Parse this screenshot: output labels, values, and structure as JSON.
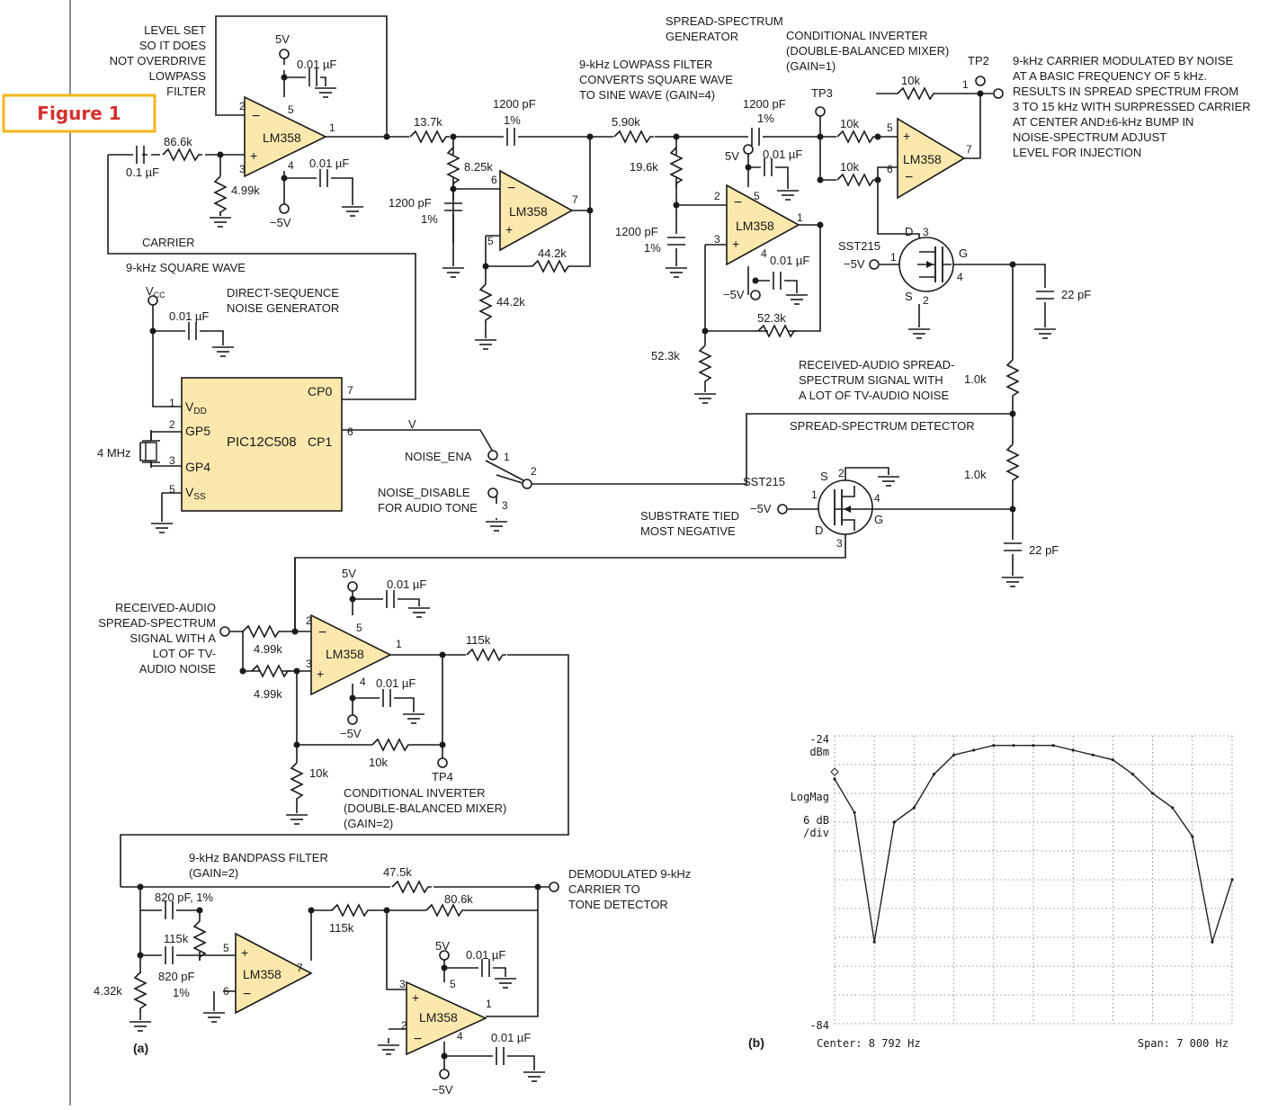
{
  "figure_badge": "Figure 1",
  "panel_a_label": "(a)",
  "panel_b_label": "(b)",
  "colors": {
    "opamp_fill": "#fbe8ad",
    "badge_border": "#f2b51c",
    "badge_text": "#d62f2c",
    "wire": "#1a1a1a"
  },
  "parts": {
    "opamp": "LM358",
    "mcu": "PIC12C508",
    "jfet": "SST215"
  },
  "labels": {
    "level_set_1": "LEVEL SET",
    "level_set_2": "SO IT DOES",
    "level_set_3": "NOT OVERDRIVE",
    "level_set_4": "LOWPASS",
    "level_set_5": "FILTER",
    "carrier": "CARRIER",
    "square_wave": "9-kHz SQUARE WAVE",
    "ds_noise_1": "DIRECT-SEQUENCE",
    "ds_noise_2": "NOISE GENERATOR",
    "lpf_1": "9-kHz LOWPASS FILTER",
    "lpf_2": "CONVERTS SQUARE WAVE",
    "lpf_3": "TO SINE WAVE (GAIN=4)",
    "ss_gen_1": "SPREAD-SPECTRUM",
    "ss_gen_2": "GENERATOR",
    "cond_inv_1": "CONDITIONAL INVERTER",
    "cond_inv_2": "(DOUBLE-BALANCED MIXER)",
    "cond_inv_3": "(GAIN=1)",
    "out_1": "9-kHz CARRIER MODULATED BY NOISE",
    "out_2": "AT A BASIC FREQUENCY OF 5 kHz.",
    "out_3": "RESULTS IN SPREAD SPECTRUM FROM",
    "out_4": "3 TO 15 kHz WITH SURPRESSED CARRIER",
    "out_5": "AT CENTER AND±6-kHz BUMP IN",
    "out_6": "NOISE-SPECTRUM ADJUST",
    "out_7": "LEVEL FOR INJECTION",
    "rx_1": "RECEIVED-AUDIO SPREAD-",
    "rx_2": "SPECTRUM SIGNAL WITH",
    "rx_3": "A LOT OF TV-AUDIO NOISE",
    "ss_det": "SPREAD-SPECTRUM DETECTOR",
    "noise_ena": "NOISE_ENA",
    "noise_dis_1": "NOISE_DISABLE",
    "noise_dis_2": "FOR AUDIO TONE",
    "substrate_1": "SUBSTRATE TIED",
    "substrate_2": "MOST NEGATIVE",
    "rx_in_1": "RECEIVED-AUDIO",
    "rx_in_2": "SPREAD-SPECTRUM",
    "rx_in_3": "SIGNAL WITH A",
    "rx_in_4": "LOT OF TV-",
    "rx_in_5": "AUDIO NOISE",
    "cond_inv2_1": "CONDITIONAL INVERTER",
    "cond_inv2_2": "(DOUBLE-BALANCED MIXER)",
    "cond_inv2_3": "(GAIN=2)",
    "bpf_1": "9-kHz BANDPASS FILTER",
    "bpf_2": "(GAIN=2)",
    "demod_1": "DEMODULATED 9-kHz",
    "demod_2": "CARRIER TO",
    "demod_3": "TONE DETECTOR",
    "v": "V",
    "vcc": "V",
    "vcc_sub": "CC",
    "mcu_vdd": "V",
    "mcu_vdd_sub": "DD",
    "mcu_gp5": "GP5",
    "mcu_gp4": "GP4",
    "mcu_vss": "V",
    "mcu_vss_sub": "SS",
    "mcu_cp0": "CP0",
    "mcu_cp1": "CP1",
    "crystal": "4 MHz",
    "tp2": "TP2",
    "tp3": "TP3",
    "tp4": "TP4",
    "v5": "5V",
    "vm5": "−5V",
    "d": "D",
    "s": "S",
    "g": "G"
  },
  "components": {
    "c001": "0.01 µF",
    "c01": "0.1 µF",
    "c1200": "1200 pF",
    "pct1": "1%",
    "c22": "22 pF",
    "c820a": "820 pF, 1%",
    "c820b": "820 pF",
    "r866": "86.6k",
    "r499": "4.99k",
    "r137": "13.7k",
    "r825": "8.25k",
    "r442": "44.2k",
    "r590": "5.90k",
    "r196": "19.6k",
    "r523": "52.3k",
    "r10": "10k",
    "r10k": "1.0k",
    "r115": "115k",
    "r475": "47.5k",
    "r806": "80.6k",
    "r432": "4.32k"
  },
  "chart_data": {
    "type": "line",
    "title": "",
    "ylim": [
      -84,
      -24
    ],
    "y_top_label": "-24",
    "y_top_unit": "dBm",
    "y_bottom_label": "-84",
    "scale_1": "LogMag",
    "scale_2": "6 dB",
    "scale_3": "/div",
    "center_label": "Center: 8 792 Hz",
    "span_label": "Span: 7 000 Hz",
    "grid": true,
    "x_khz": [
      5.292,
      5.642,
      5.992,
      6.342,
      6.692,
      7.042,
      7.392,
      7.742,
      8.092,
      8.442,
      8.792,
      9.142,
      9.492,
      9.842,
      10.192,
      10.542,
      10.892,
      11.242,
      11.592,
      11.942,
      12.292
    ],
    "y_dbm": [
      -33,
      -40,
      -67,
      -42,
      -39,
      -32,
      -28,
      -27,
      -26,
      -26,
      -26,
      -26,
      -27,
      -28,
      -29,
      -32,
      -36,
      -39,
      -45,
      -67,
      -54
    ]
  }
}
